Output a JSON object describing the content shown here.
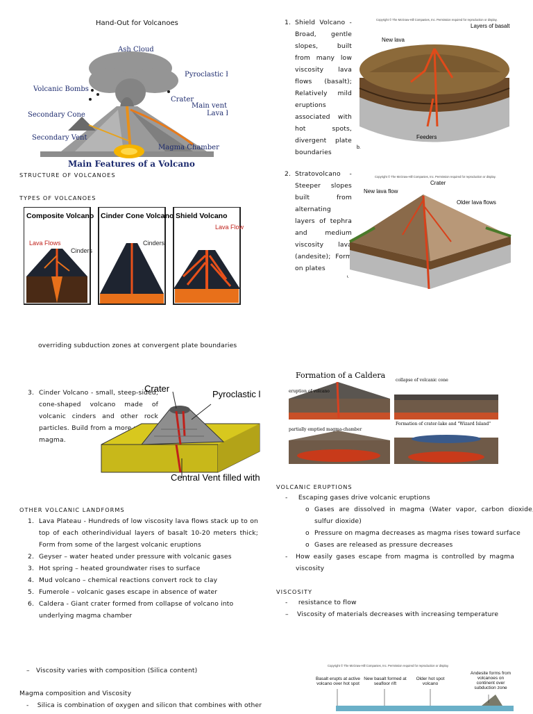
{
  "left": {
    "handout_title": "Hand-Out for Volcanoes",
    "fig1": {
      "caption": "Main Features of a Volcano",
      "labels": {
        "ash_cloud": "Ash Cloud",
        "volcanic_bombs": "Volcanic Bombs",
        "pyroclastic_flow": "Pyroclastic Flow",
        "crater": "Crater",
        "main_vent": "Main vent",
        "lava_flow": "Lava Flow",
        "secondary_cone": "Secondary Cone",
        "secondary_vent": "Secondary Vent",
        "magma_chamber": "Magma Chamber"
      }
    },
    "structure_heading": "STRUCTURE OF VOLCANOES",
    "types_heading": "TYPES OF VOLCANOES",
    "types_panels": [
      {
        "title": "Composite Volcano",
        "labels": [
          "Lava Flows",
          "Cinders"
        ]
      },
      {
        "title": "Cinder Cone Volcano",
        "labels": [
          "Cinders"
        ]
      },
      {
        "title": "Shield Volcano",
        "labels": [
          "Lava Flow"
        ]
      }
    ],
    "overriding_text": "overriding subduction zones at convergent plate boundaries",
    "cinder": {
      "number": "3.",
      "text": "Cinder Volcano - small, steep-sided, cone-shaped volcano made of volcanic cinders and other rock particles. Build from a more viscous magma.",
      "fig_labels": {
        "crater": "Crater",
        "pyroclastic": "Pyroclastic layers",
        "vent": "Central Vent filled with rock fragments"
      }
    },
    "other_heading": "OTHER VOLCANIC LANDFORMS",
    "landforms": [
      {
        "n": "1.",
        "text": "Lava Plateau - Hundreds of low viscosity lava flows stack up to on top of each otherindividual layers of basalt 10-20 meters thick; Form from some of the largest volcanic eruptions"
      },
      {
        "n": "2.",
        "text": "Geyser – water heated under pressure with volcanic gases"
      },
      {
        "n": "3.",
        "text": "Hot spring – heated groundwater rises to surface"
      },
      {
        "n": "4.",
        "text": "Mud volcano – chemical reactions convert rock to clay"
      },
      {
        "n": "5.",
        "text": "Fumerole – volcanic gases escape in absence of water"
      },
      {
        "n": "6.",
        "text": "Caldera - Giant crater formed from collapse of volcano into underlying magma chamber"
      }
    ],
    "viscosity_composition": "Viscosity varies with composition (Silica content)",
    "magma_heading": "Magma composition and Viscosity",
    "silica_text": "Silica is combination of oxygen and silicon that combines with other"
  },
  "right": {
    "shield": {
      "number": "1.",
      "text": "Shield Volcano - Broad, gentle slopes, built from many low viscosity lava flows (basalt); Relatively mild eruptions associated with hot spots, divergent plate boundaries",
      "fig_copyright": "Copyright © The McGraw-Hill Companies, Inc. Permission required for reproduction or display.",
      "fig_labels": {
        "layers": "Layers of basalt",
        "new_lava": "New lava",
        "feeders": "Feeders",
        "b": "b."
      }
    },
    "strato": {
      "number": "2.",
      "text": "Stratovolcano - Steeper slopes built from alternating layers of tephra and medium viscosity lava (andesite); Form on plates",
      "fig_copyright": "Copyright © The McGraw-Hill Companies, Inc. Permission required for reproduction or display.",
      "fig_labels": {
        "crater": "Crater",
        "new_lava": "New lava flow",
        "older": "Older lava flows",
        "b": "b."
      }
    },
    "caldera": {
      "title": "Formation of a Caldera",
      "labels": {
        "eruption": "eruption of volcano",
        "collapse": "collapse of volcanic cone",
        "emptied": "partially emptied magma-chamber",
        "formation": "Formation of crater-lake and \"Wizard Island\""
      }
    },
    "eruptions_heading": "VOLCANIC ERUPTIONS",
    "eruption_bullets": [
      "Escaping gases drive volcanic eruptions",
      "How easily gases escape from magma is controlled by magma viscosity"
    ],
    "eruption_sub": [
      "Gases are dissolved in magma (Water vapor, carbon dioxide, sulfur dioxide)",
      "Pressure on magma decreases as magma rises toward surface",
      "Gases are released as pressure decreases"
    ],
    "viscosity_heading": "VISCOSITY",
    "viscosity_bullets": [
      "resistance to flow",
      "Viscosity of materials decreases with increasing temperature"
    ],
    "bottom_fig": {
      "copyright": "Copyright © The McGraw-Hill Companies, Inc. Permission required for reproduction or display.",
      "labels": {
        "basalt": "Basalt erupts at active volcano over hot spot",
        "new_basalt": "New basalt formed at seafloor rift",
        "older": "Older hot spot volcano",
        "andesite": "Andesite forms from volcanoes on continent over subduction zone"
      }
    }
  },
  "colors": {
    "lava": "#e8501a",
    "heading_blue": "#1c2a6e"
  }
}
